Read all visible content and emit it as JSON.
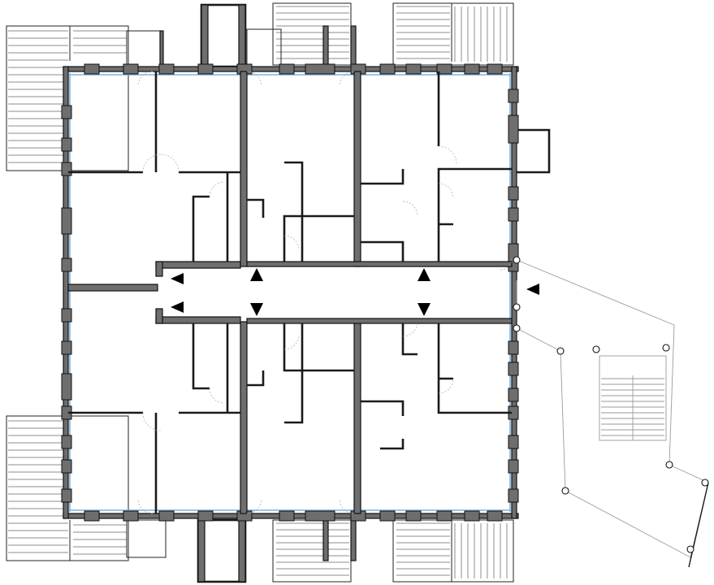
{
  "drawing": {
    "kind": "architectural-floor-plan",
    "colors": {
      "wall_fill": "#6e6e6e",
      "wall_stroke": "#111111",
      "glazing": "#7fb2dc",
      "balcony_slats": "#8c8c8c",
      "site_lines": "#9a9a9a",
      "arrows": "#000000"
    },
    "corridor_arrows": [
      {
        "direction": "left"
      },
      {
        "direction": "left"
      },
      {
        "direction": "up"
      },
      {
        "direction": "up"
      },
      {
        "direction": "down"
      },
      {
        "direction": "down"
      },
      {
        "direction": "left"
      }
    ],
    "balcony_count": 8,
    "column_count": 10
  }
}
